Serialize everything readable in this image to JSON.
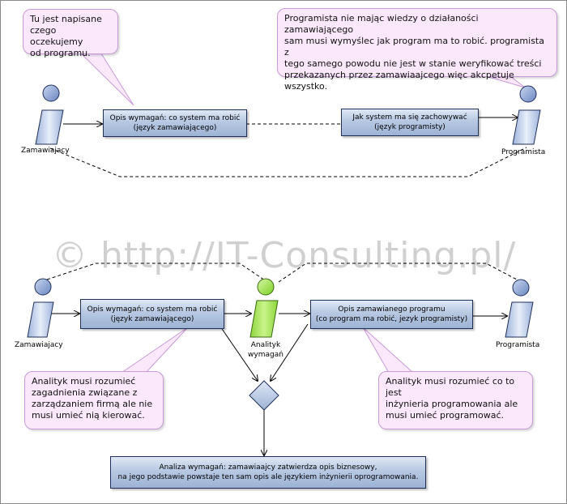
{
  "watermark": "© http://IT-Consulting.pl/",
  "top": {
    "note_left": [
      "Tu jest napisane",
      "czego oczekujemy",
      "od programu."
    ],
    "note_right": [
      "Programista nie mając wiedzy o działaności zamawiającego",
      "sam musi wymyślec jak program ma to robić. programista z",
      "tego samego powodu nie jest w stanie weryfikować treści",
      "przekazanych przez zamawiaajcego więc akcpetuje wszystko."
    ],
    "box_left": [
      "Opis wymagań: co system ma robić",
      "(język zamawiającego)"
    ],
    "box_right": [
      "Jak system ma się zachowywać",
      "(język programisty)"
    ],
    "actor_left": "Zamawiajacy",
    "actor_right": "Programista"
  },
  "bottom": {
    "actor_left": "Zamawiajacy",
    "actor_middle": [
      "Analityk",
      "wymagań"
    ],
    "actor_right": "Programista",
    "box_left": [
      "Opis wymagań: co system ma robić",
      "(język zamawiającego)"
    ],
    "box_right": [
      "Opis zamawianego programu",
      "(co program ma robić, jezyk programisty)"
    ],
    "note_left": [
      "Analityk musi rozumieć",
      "zagadnienia związane z",
      "zarządzaniem firmą ale nie",
      "musi umieć nią kierować."
    ],
    "note_right": [
      "Analityk musi rozumieć co to jest",
      "inżynieria programowania ale",
      "musi umieć programować."
    ],
    "box_bottom": [
      "Analiza wymagań: zamawiaajcy zatwierdza opis biznesowy,",
      "na jego podstawie powstaje ten sam opis ale językiem inżynierii oprogramowania."
    ]
  },
  "colors": {
    "actor_head": "#8aa5d6",
    "actor_head_highlight": "#9ee34a",
    "note_fill": "#fbe9fb",
    "note_border": "#c89ad8",
    "box_border": "#1e2f59"
  }
}
